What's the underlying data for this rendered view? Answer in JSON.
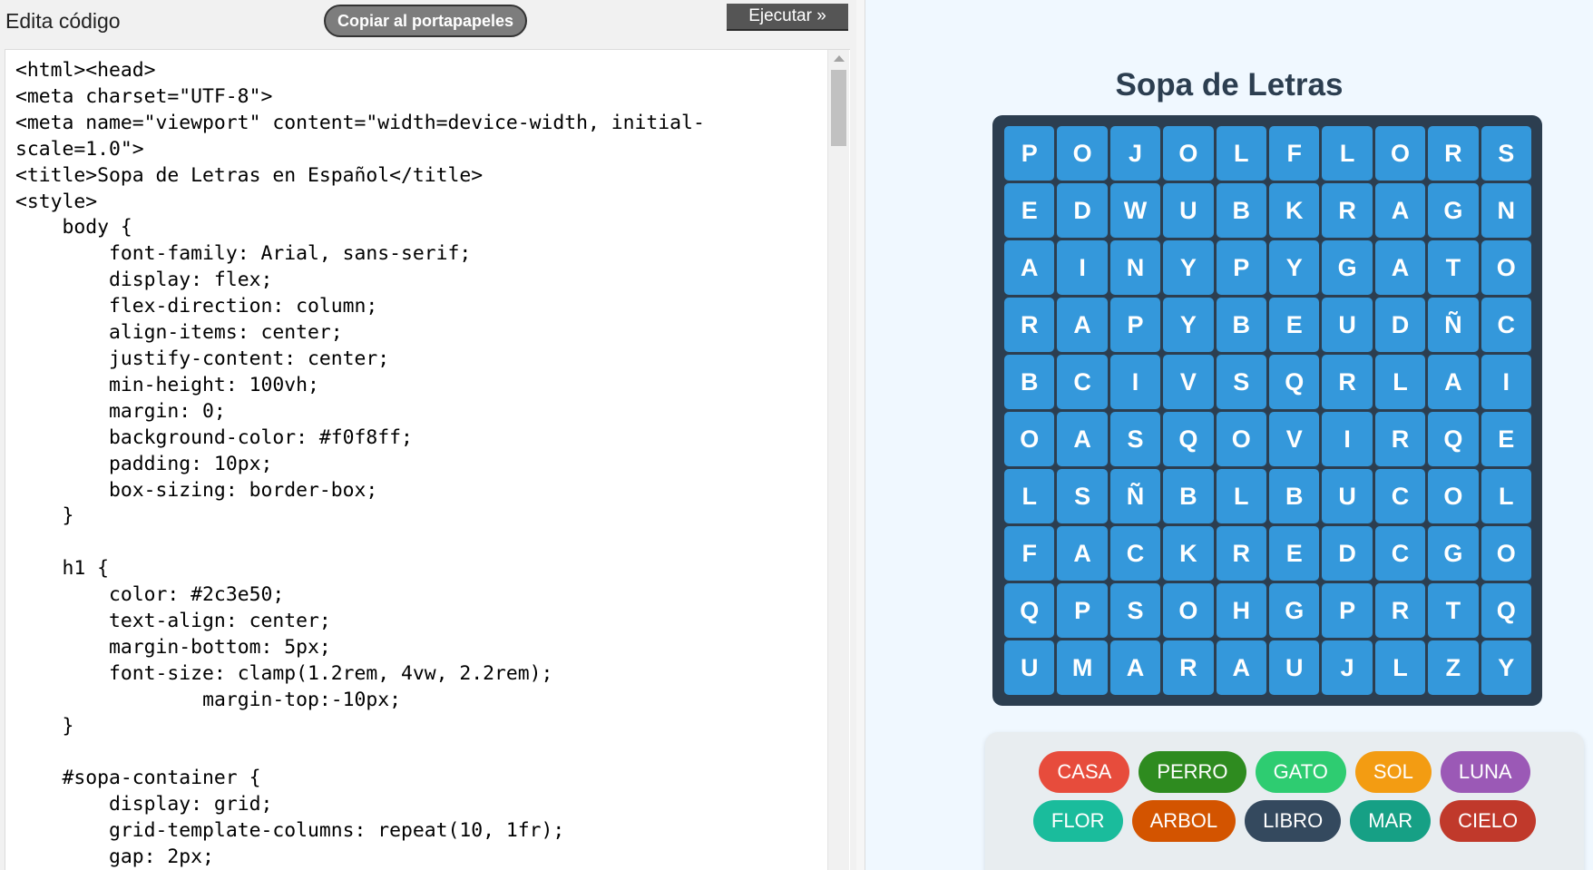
{
  "editor": {
    "label": "Edita código",
    "copy_label": "Copiar al portapapeles",
    "run_label": "Ejecutar »",
    "code": "<html><head>\n<meta charset=\"UTF-8\">\n<meta name=\"viewport\" content=\"width=device-width, initial-scale=1.0\">\n<title>Sopa de Letras en Español</title>\n<style>\n    body {\n        font-family: Arial, sans-serif;\n        display: flex;\n        flex-direction: column;\n        align-items: center;\n        justify-content: center;\n        min-height: 100vh;\n        margin: 0;\n        background-color: #f0f8ff;\n        padding: 10px;\n        box-sizing: border-box;\n    }\n\n    h1 {\n        color: #2c3e50;\n        text-align: center;\n        margin-bottom: 5px;\n        font-size: clamp(1.2rem, 4vw, 2.2rem);\n                margin-top:-10px;\n    }\n\n    #sopa-container {\n        display: grid;\n        grid-template-columns: repeat(10, 1fr);\n        gap: 2px;"
  },
  "preview": {
    "title": "Sopa de Letras",
    "grid": [
      [
        "P",
        "O",
        "J",
        "O",
        "L",
        "F",
        "L",
        "O",
        "R",
        "S"
      ],
      [
        "E",
        "D",
        "W",
        "U",
        "B",
        "K",
        "R",
        "A",
        "G",
        "N"
      ],
      [
        "A",
        "I",
        "N",
        "Y",
        "P",
        "Y",
        "G",
        "A",
        "T",
        "O"
      ],
      [
        "R",
        "A",
        "P",
        "Y",
        "B",
        "E",
        "U",
        "D",
        "Ñ",
        "C"
      ],
      [
        "B",
        "C",
        "I",
        "V",
        "S",
        "Q",
        "R",
        "L",
        "A",
        "I"
      ],
      [
        "O",
        "A",
        "S",
        "Q",
        "O",
        "V",
        "I",
        "R",
        "Q",
        "E"
      ],
      [
        "L",
        "S",
        "Ñ",
        "B",
        "L",
        "B",
        "U",
        "C",
        "O",
        "L"
      ],
      [
        "F",
        "A",
        "C",
        "K",
        "R",
        "E",
        "D",
        "C",
        "G",
        "O"
      ],
      [
        "Q",
        "P",
        "S",
        "O",
        "H",
        "G",
        "P",
        "R",
        "T",
        "Q"
      ],
      [
        "U",
        "M",
        "A",
        "R",
        "A",
        "U",
        "J",
        "L",
        "Z",
        "Y"
      ]
    ],
    "words": [
      [
        {
          "label": "CASA",
          "color": "#e74c3c"
        },
        {
          "label": "PERRO",
          "color": "#2e8b1f"
        },
        {
          "label": "GATO",
          "color": "#2ecc71"
        },
        {
          "label": "SOL",
          "color": "#f39c12"
        },
        {
          "label": "LUNA",
          "color": "#9b59b6"
        }
      ],
      [
        {
          "label": "FLOR",
          "color": "#1abc9c"
        },
        {
          "label": "ARBOL",
          "color": "#d35400"
        },
        {
          "label": "LIBRO",
          "color": "#34495e"
        },
        {
          "label": "MAR",
          "color": "#16a085"
        },
        {
          "label": "CIELO",
          "color": "#c0392b"
        }
      ]
    ]
  }
}
